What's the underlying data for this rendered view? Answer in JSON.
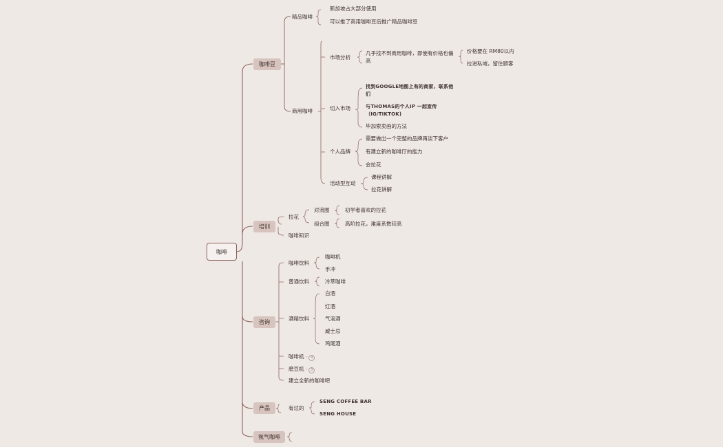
{
  "root": "咖啡",
  "l1": {
    "beans": "咖啡豆",
    "training": "培训",
    "consult": "咨询",
    "product": "产品",
    "atmosphere": "氛气咖啡"
  },
  "beans": {
    "specialty": "精品咖啡",
    "specialty_a": "新加坡占大部分使用",
    "specialty_b": "可以推了商用咖啡豆后推广精品咖啡豆",
    "commercial": "商用咖啡",
    "market_analysis": "市场分析",
    "ma_a": "几乎找不到商用咖啡，即使有价格也偏高",
    "ma_a1": "价格要在 RM80以内",
    "ma_a2": "拉进私域，留住顾客",
    "enter_market": "切入市场",
    "em_a": "找到GOOGLE地图上有的商家，联系他们",
    "em_b": "与THOMAS的个人IP 一起宣传（IG/TIKTOK)",
    "em_c": "毕加索卖画的方法",
    "personal_brand": "个人品牌",
    "pb_a": "需要做出一个完整的品牌再谈下客户",
    "pb_b": "有建立新的咖啡厅的能力",
    "pb_c": "会拉花",
    "event": "活动型互动",
    "ev_a": "课程讲解",
    "ev_b": "拉花讲解"
  },
  "training": {
    "latte_art": "拉花",
    "symmetric": "对流图",
    "symmetric_a": "初学者喜欢的拉花",
    "combo": "组合图",
    "combo_a": "高阶拉花，难度系数较高",
    "knowledge": "咖啡知识"
  },
  "consult": {
    "coffee_drinks": "咖啡饮料",
    "cd_a": "咖啡机",
    "cd_b": "手冲",
    "normal_drinks": "普通饮料",
    "nd_a": "冷萃咖啡",
    "alcohol": "酒精饮料",
    "al_a": "白酒",
    "al_b": "红酒",
    "al_c": "气泡酒",
    "al_d": "威士忌",
    "al_e": "鸡尾酒",
    "machine": "咖啡机",
    "machine_badge": "4",
    "grinder": "磨豆机",
    "grinder_badge": "3",
    "new_shop": "建立全新的咖啡吧"
  },
  "product": {
    "done": "有过的",
    "p_a": "SENG COFFEE BAR",
    "p_b": "SENG HOUSE"
  }
}
